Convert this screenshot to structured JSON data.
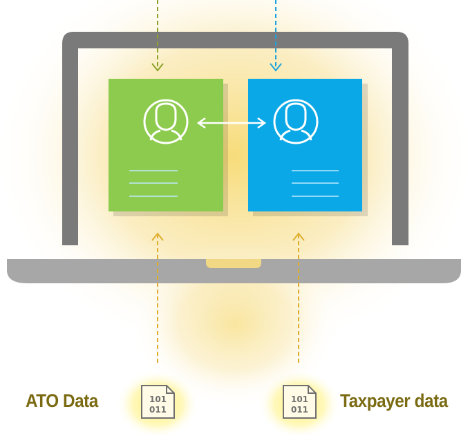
{
  "labels": {
    "ato": "ATO Data",
    "taxpayer": "Taxpayer data"
  },
  "file_icons": {
    "ato": {
      "icon": "binary-file-icon",
      "line1": "101",
      "line2": "011"
    },
    "taxpayer": {
      "icon": "binary-file-icon",
      "line1": "101",
      "line2": "011"
    }
  },
  "profile_cards": {
    "left": {
      "icon": "user-profile-icon",
      "color": "#8dcb4e"
    },
    "right": {
      "icon": "user-profile-icon",
      "color": "#0aa8e6"
    }
  },
  "colors": {
    "laptop_frame": "#7a7a7a",
    "laptop_base": "#a7a7a7",
    "glow": "#f3d36b",
    "arrow_up": "#e0ae2e",
    "arrow_down_left": "#8aa32a",
    "arrow_down_right": "#1ba3e0",
    "label_text": "#7a6a12"
  }
}
